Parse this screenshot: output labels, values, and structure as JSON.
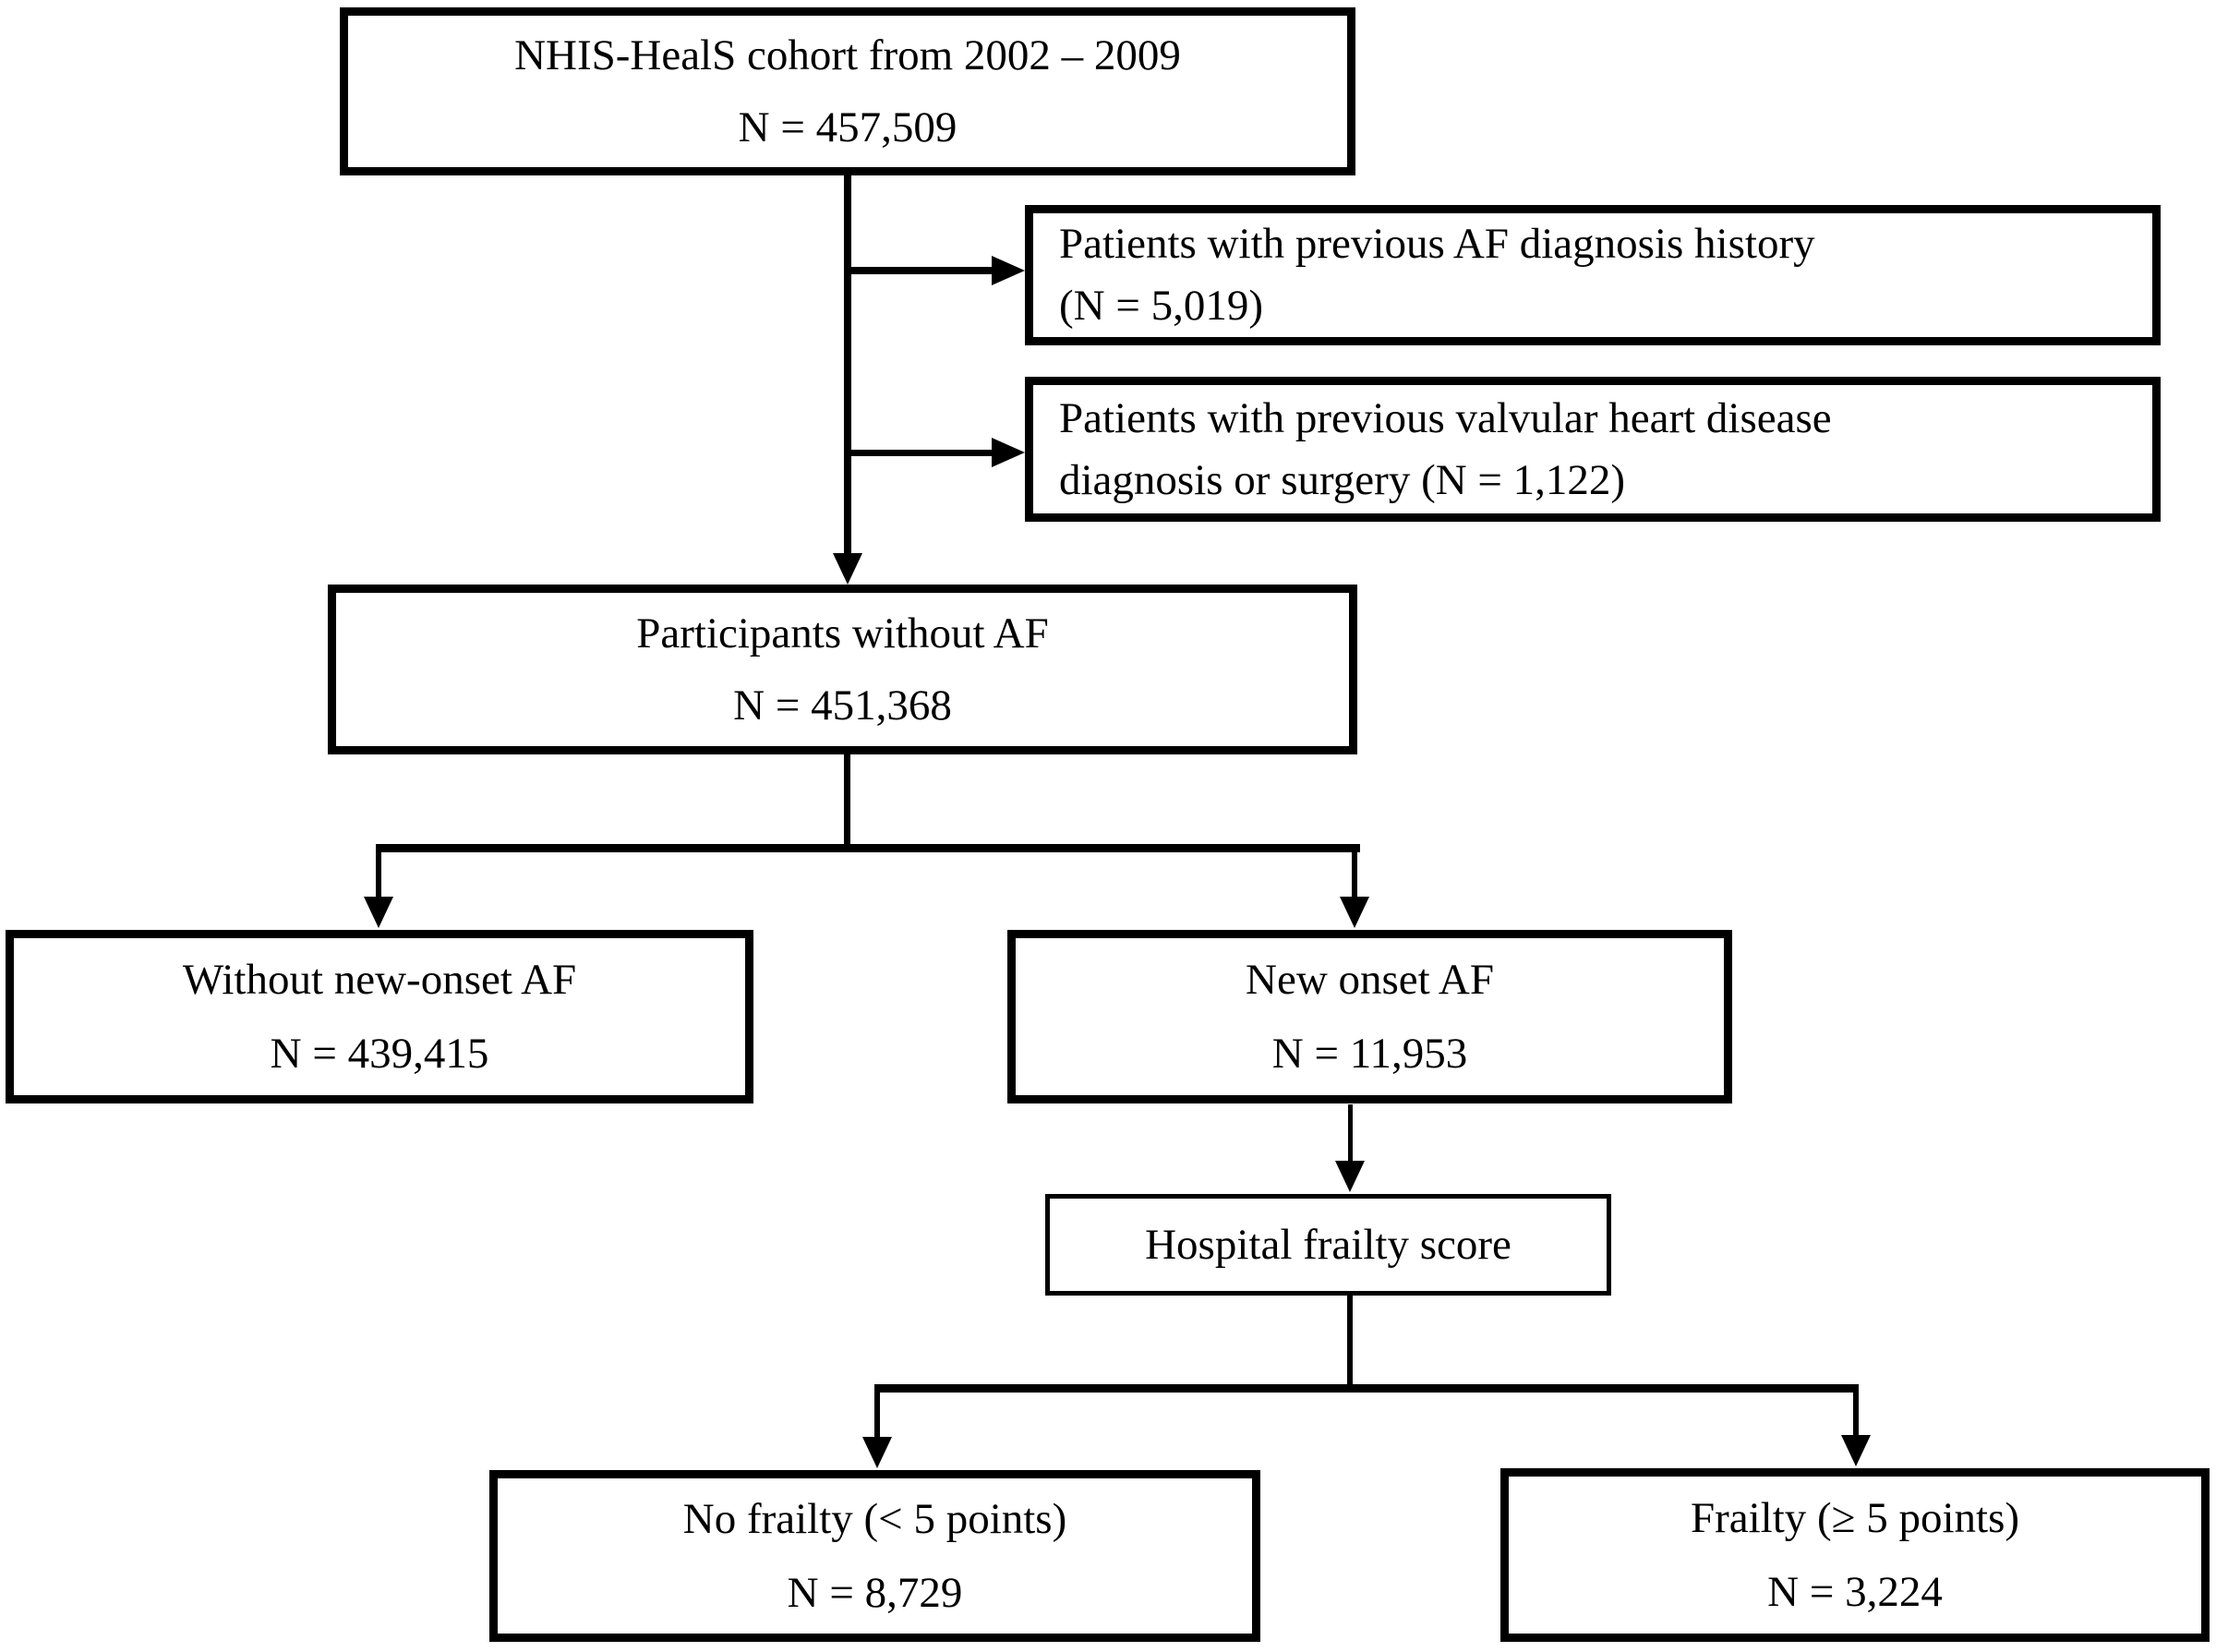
{
  "diagram_type": "cohort-flowchart",
  "colors": {
    "line": "#000000",
    "background": "#ffffff",
    "text": "#000000"
  },
  "nodes": {
    "cohort": {
      "line1": "NHIS-HealS cohort from 2002 – 2009",
      "line2": "N = 457,509"
    },
    "excluded_af": {
      "line1": "Patients with previous AF diagnosis history",
      "line2": "(N = 5,019)"
    },
    "excluded_valvular": {
      "line1": "Patients with previous valvular heart disease",
      "line2": "diagnosis or surgery (N = 1,122)"
    },
    "participants_without_af": {
      "line1": "Participants without AF",
      "line2": "N = 451,368"
    },
    "without_new_onset_af": {
      "line1": "Without new-onset AF",
      "line2": "N = 439,415"
    },
    "new_onset_af": {
      "line1": "New onset AF",
      "line2": "N = 11,953"
    },
    "hospital_frailty_score": {
      "line1": "Hospital frailty score"
    },
    "no_frailty": {
      "line1": "No frailty (< 5 points)",
      "line2": "N = 8,729"
    },
    "frailty": {
      "line1": "Frailty (≥ 5 points)",
      "line2": "N = 3,224"
    }
  },
  "edges": [
    {
      "from": "cohort",
      "to": "excluded_af",
      "style": "side-arrow"
    },
    {
      "from": "cohort",
      "to": "excluded_valvular",
      "style": "side-arrow"
    },
    {
      "from": "cohort",
      "to": "participants_without_af",
      "style": "down-arrow"
    },
    {
      "from": "participants_without_af",
      "to": "without_new_onset_af",
      "style": "branch-arrow"
    },
    {
      "from": "participants_without_af",
      "to": "new_onset_af",
      "style": "branch-arrow"
    },
    {
      "from": "new_onset_af",
      "to": "hospital_frailty_score",
      "style": "down-arrow"
    },
    {
      "from": "hospital_frailty_score",
      "to": "no_frailty",
      "style": "branch-arrow"
    },
    {
      "from": "hospital_frailty_score",
      "to": "frailty",
      "style": "branch-arrow"
    }
  ]
}
